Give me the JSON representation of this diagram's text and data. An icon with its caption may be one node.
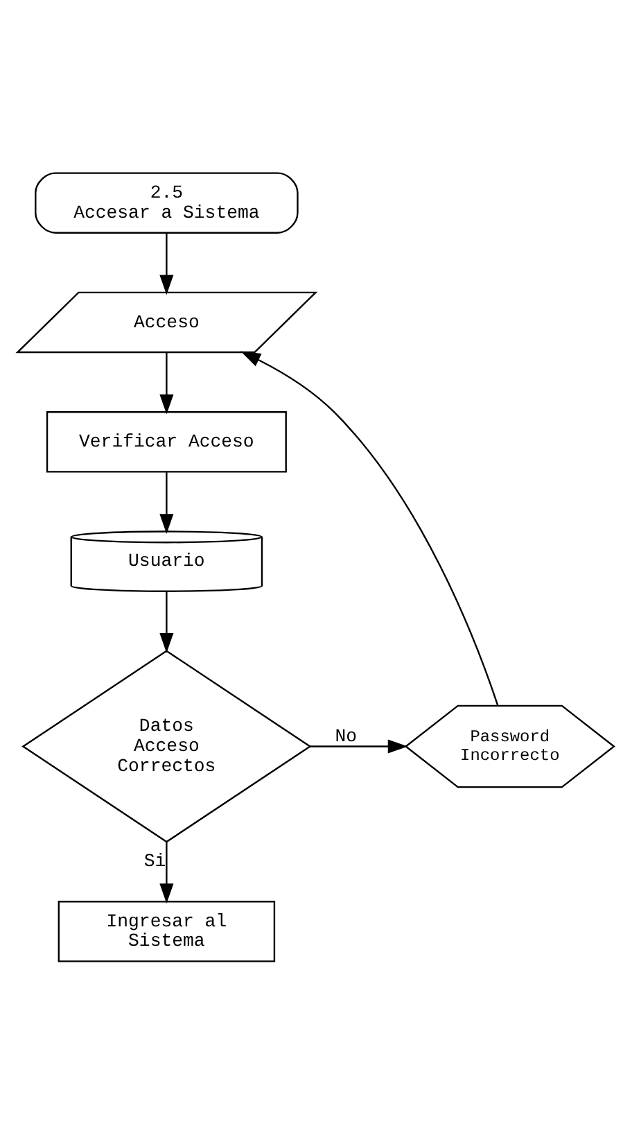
{
  "diagram": {
    "nodes": [
      {
        "text": [
          "2.5 Accesar a Sistema"
        ]
      },
      {
        "text": [
          "Acceso"
        ]
      },
      {
        "text": [
          "Verificar Acceso"
        ]
      },
      {
        "text": [
          "Usuario"
        ]
      },
      {
        "text": [
          "Datos Acceso Correctos"
        ]
      },
      {
        "text": [
          "Password Incorrecto"
        ]
      },
      {
        "text": [
          "Ingresar al Sistema"
        ]
      }
    ],
    "edges": [
      {
        "from": 0,
        "to": 1,
        "arrow": "to"
      },
      {
        "from": 1,
        "to": 2,
        "arrow": "to"
      },
      {
        "from": 2,
        "to": 3,
        "arrow": "to"
      },
      {
        "from": 3,
        "to": 4,
        "arrow": "to"
      },
      {
        "from": 4,
        "to": 5,
        "arrow": "to",
        "label": "No"
      },
      {
        "from": 5,
        "to": 1,
        "arrow": "to"
      },
      {
        "from": 4,
        "to": 6,
        "arrow": "to",
        "label": "Si"
      }
    ]
  }
}
